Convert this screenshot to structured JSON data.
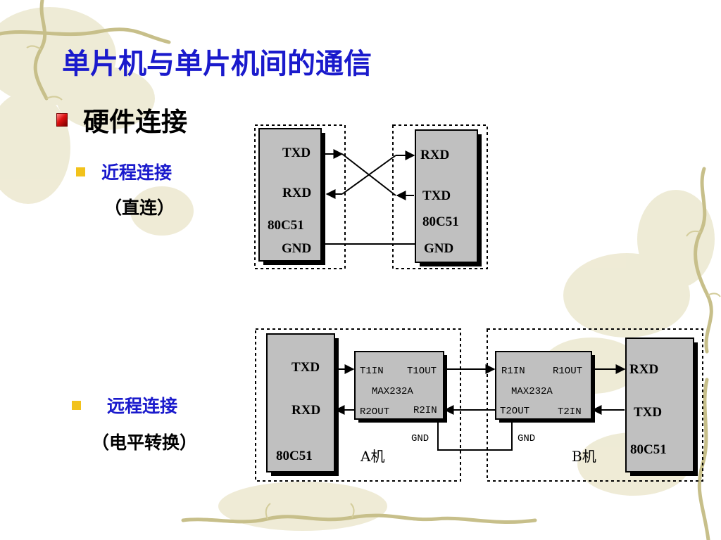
{
  "slide": {
    "title": "单片机与单片机间的通信",
    "heading": "硬件连接",
    "near": {
      "title": "近程连接",
      "note": "（直连）"
    },
    "far": {
      "title": "远程连接",
      "note": "（电平转换）"
    }
  },
  "diagram_direct": {
    "left": {
      "txd": "TXD",
      "rxd": "RXD",
      "chip": "80C51",
      "gnd": "GND"
    },
    "right": {
      "rxd": "RXD",
      "txd": "TXD",
      "chip": "80C51",
      "gnd": "GND"
    }
  },
  "diagram_remote": {
    "left_mcu": {
      "txd": "TXD",
      "rxd": "RXD",
      "chip": "80C51"
    },
    "max_a": {
      "t1in": "T1IN",
      "t1out": "T1OUT",
      "name": "MAX232A",
      "r2out": "R2OUT",
      "r2in": "R2IN",
      "gnd": "GND"
    },
    "max_b": {
      "r1in": "R1IN",
      "r1out": "R1OUT",
      "name": "MAX232A",
      "t2out": "T2OUT",
      "t2in": "T2IN",
      "gnd": "GND"
    },
    "right_mcu": {
      "rxd": "RXD",
      "txd": "TXD",
      "chip": "80C51"
    },
    "label_a": "A机",
    "label_b": "B机"
  },
  "colors": {
    "title": "#1a1acc",
    "bullet_l1": "#cc1111",
    "bullet_l2": "#f2c21b",
    "box_fill": "#c0c0c0"
  }
}
